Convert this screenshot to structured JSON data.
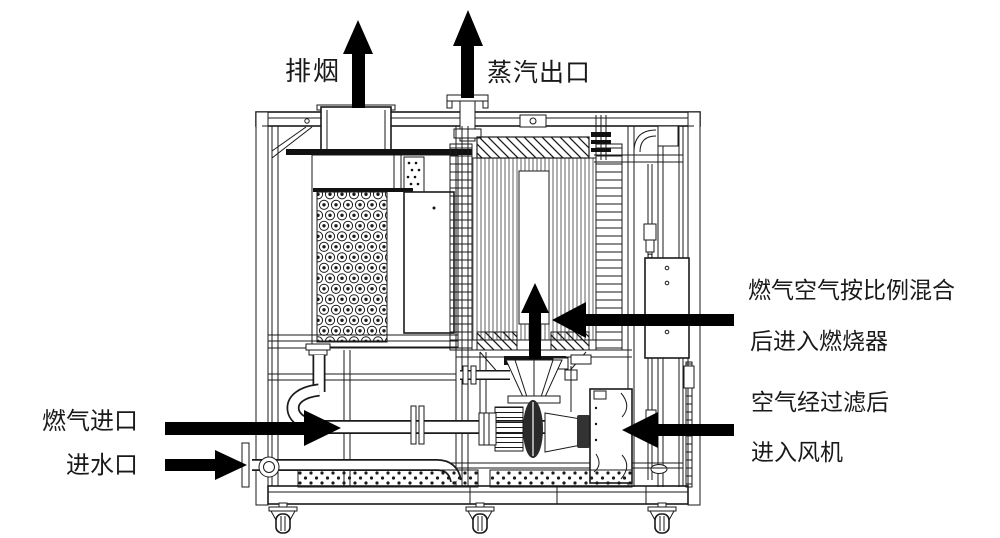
{
  "diagram": {
    "type": "technical-cutaway",
    "colors": {
      "line": "#1a1a1a",
      "arrow": "#000000",
      "background": "#ffffff"
    },
    "labels": {
      "exhaust": "排烟",
      "steam_outlet": "蒸汽出口",
      "mix_line1": "燃气空气按比例混合",
      "mix_line2": "后进入燃烧器",
      "air_line1": "空气经过滤后",
      "air_line2": "进入风机",
      "gas_inlet": "燃气进口",
      "water_inlet": "进水口"
    },
    "arrows": [
      {
        "id": "exhaust-arrow",
        "direction": "up"
      },
      {
        "id": "steam-outlet-arrow",
        "direction": "up"
      },
      {
        "id": "burner-flow-arrow",
        "direction": "up"
      },
      {
        "id": "mix-inlet-arrow",
        "direction": "left"
      },
      {
        "id": "fan-air-arrow",
        "direction": "left"
      },
      {
        "id": "gas-inlet-arrow",
        "direction": "right"
      },
      {
        "id": "water-inlet-arrow",
        "direction": "right"
      }
    ]
  }
}
